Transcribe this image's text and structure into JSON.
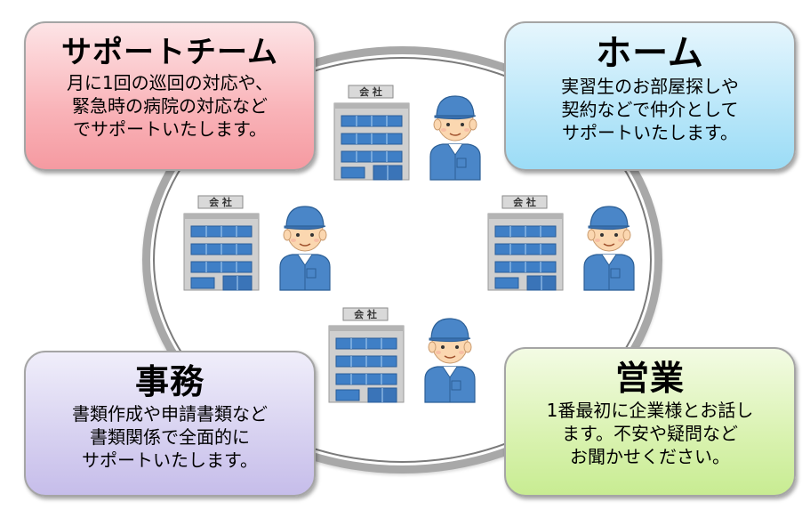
{
  "cards": {
    "support": {
      "title": "サポートチーム",
      "lines": [
        "月に1回の巡回の対応や、",
        "緊急時の病院の対応など",
        "でサポートいたします。"
      ]
    },
    "home": {
      "title": "ホーム",
      "lines": [
        "実習生のお部屋探しや",
        "契約などで仲介として",
        "サポートいたします。"
      ]
    },
    "office": {
      "title": "事務",
      "lines": [
        "書類作成や申請書類など",
        "書類関係で全面的に",
        "サポートいたします。"
      ]
    },
    "sales": {
      "title": "営業",
      "lines": [
        "1番最初に企業様とお話し",
        "ます。不安や疑問など",
        "お聞かせください。"
      ]
    }
  },
  "company_sign": "会 社",
  "colors": {
    "support": "#f9b3b8",
    "home": "#b8e6f9",
    "office": "#d6d0f0",
    "sales": "#d9f2b0",
    "ring": "#a8a8a8",
    "worker_uniform": "#4a86c8"
  }
}
